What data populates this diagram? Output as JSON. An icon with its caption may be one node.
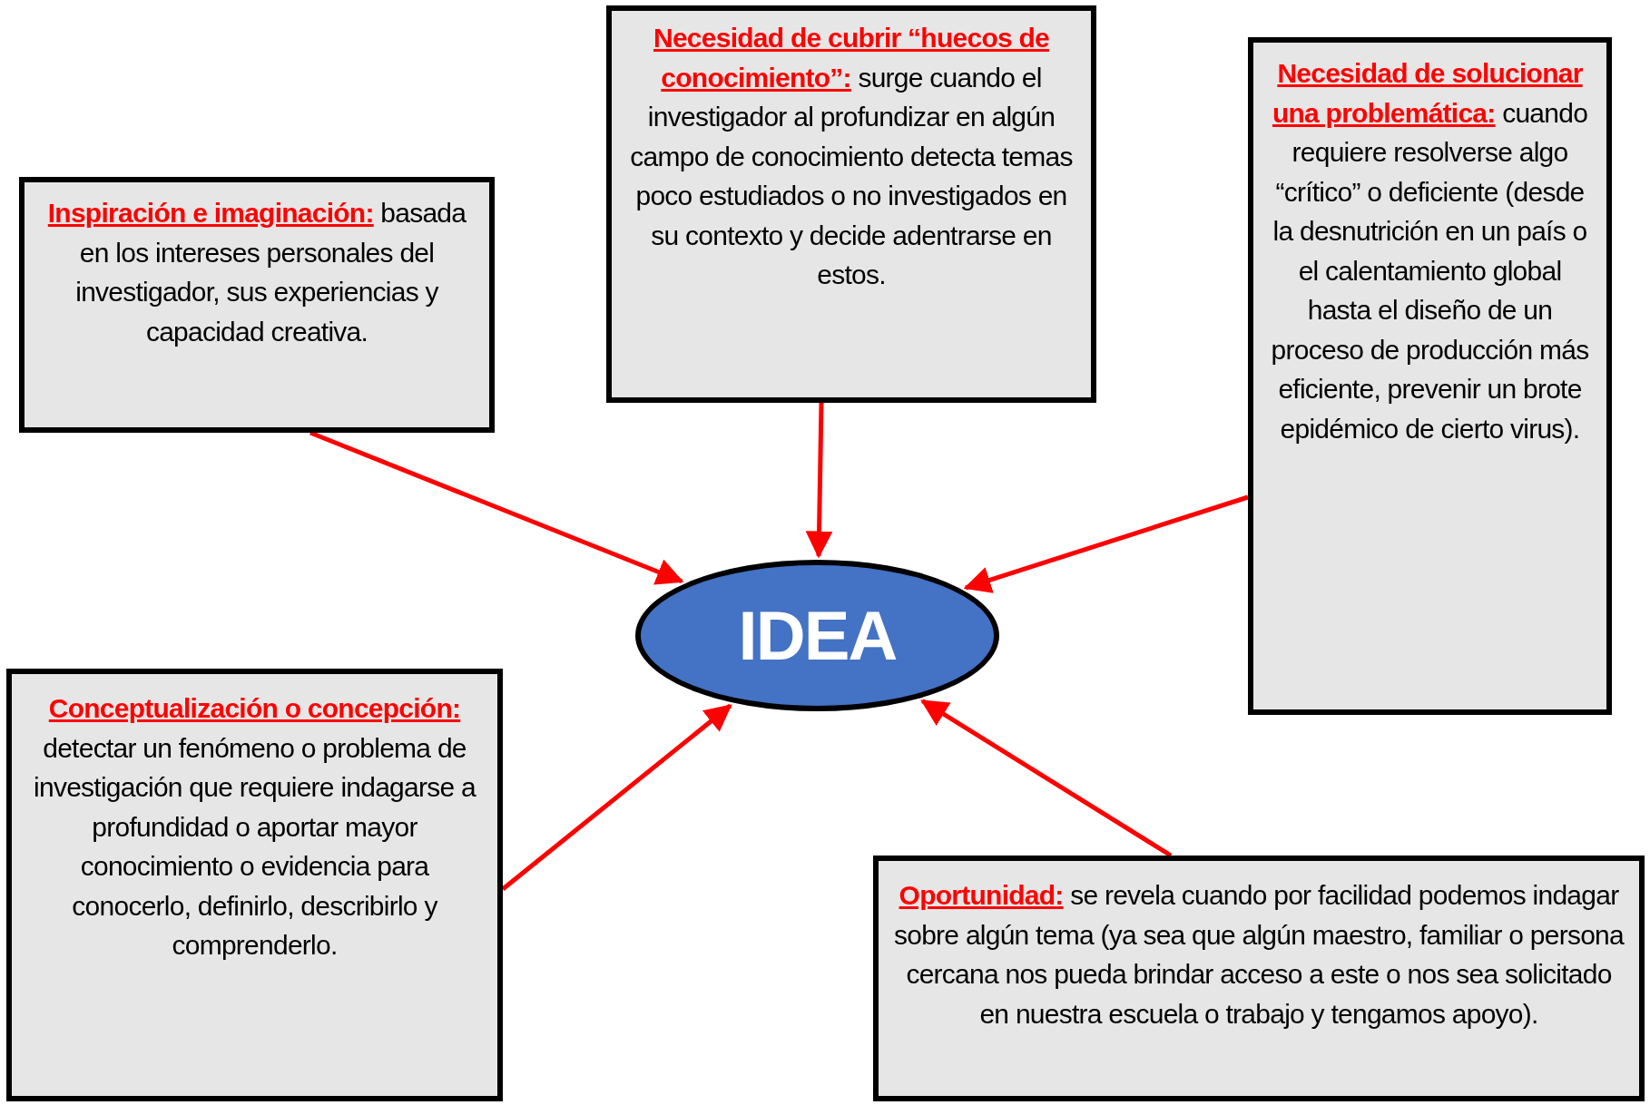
{
  "diagram": {
    "nodes": [
      {
        "text": [
          "Inspiración e imaginación:",
          "basada en los intereses personales del investigador, sus experiencias y capacidad creativa."
        ]
      },
      {
        "text": [
          "Necesidad de cubrir “huecos de conocimiento”:",
          "surge cuando el investigador al profundizar en algún campo de conocimiento detecta temas poco estudiados o no investigados en su contexto y decide adentrarse en estos."
        ]
      },
      {
        "text": [
          "Necesidad de solucionar una problemática:",
          "cuando requiere resolverse algo “crítico” o deficiente (desde la desnutrición en un país o el calentamiento global hasta el diseño de un proceso de producción más eficiente, prevenir un brote epidémico de cierto virus)."
        ]
      },
      {
        "text": [
          "IDEA"
        ]
      },
      {
        "text": [
          "Conceptualización o concepción:",
          "detectar un fenómeno o problema de investigación que requiere indagarse a profundidad o aportar mayor conocimiento o evidencia para conocerlo, definirlo, describirlo y comprenderlo."
        ]
      },
      {
        "text": [
          "Oportunidad:",
          "se revela cuando por facilidad podemos indagar sobre algún tema (ya sea que algún maestro, familiar o persona cercana nos pueda brindar acceso a este o nos sea solicitado en nuestra escuela o trabajo y tengamos apoyo)."
        ]
      }
    ],
    "edges": [
      {
        "from": 0,
        "to": 3,
        "arrow": "to"
      },
      {
        "from": 1,
        "to": 3,
        "arrow": "to"
      },
      {
        "from": 2,
        "to": 3,
        "arrow": "to"
      },
      {
        "from": 4,
        "to": 3,
        "arrow": "to"
      },
      {
        "from": 5,
        "to": 3,
        "arrow": "to"
      }
    ]
  }
}
